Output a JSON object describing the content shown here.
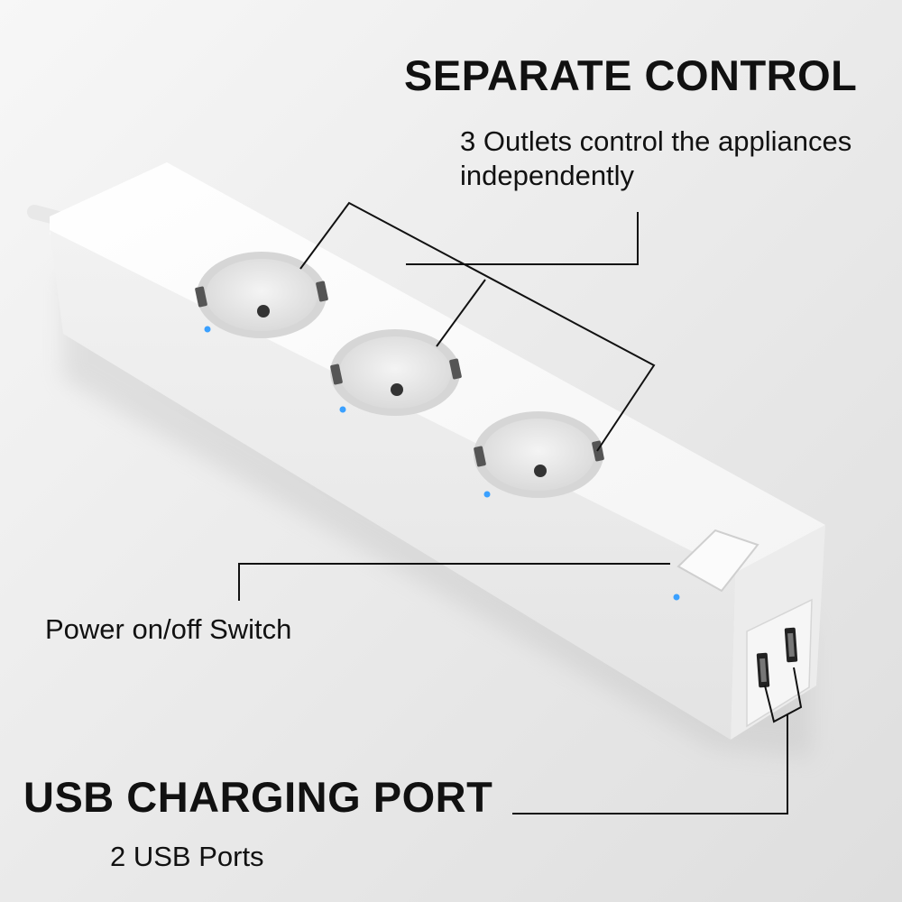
{
  "separate_control": {
    "title": "SEPARATE CONTROL",
    "description": "3 Outlets control the appliances independently"
  },
  "power_switch": {
    "label": "Power on/off Switch"
  },
  "usb": {
    "title": "USB CHARGING PORT",
    "description": "2 USB Ports"
  },
  "product": {
    "outlet_count": 3,
    "usb_port_count": 2,
    "body_color": "#ffffff",
    "indicator_color": "#3aa0ff"
  }
}
